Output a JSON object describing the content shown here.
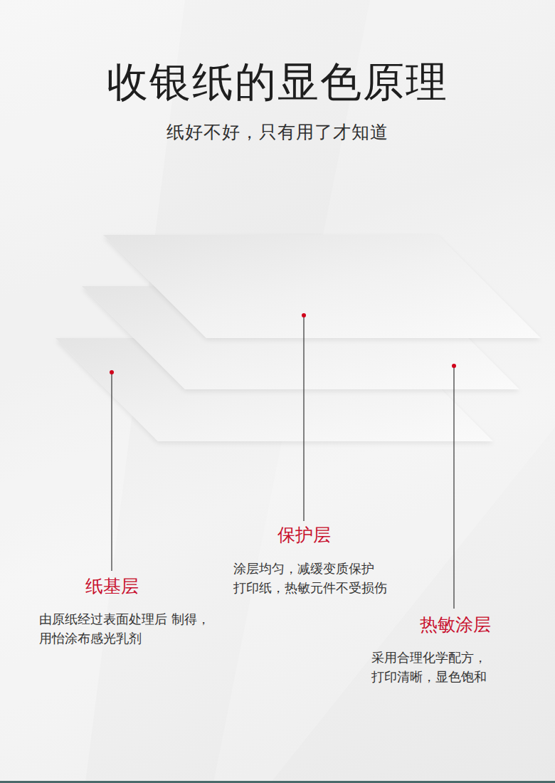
{
  "diagram": {
    "title": "收银纸的显色原理",
    "caption": "纸好不好，只有用了才知道",
    "labels": [
      "保护层",
      "涂层均匀，减缓变质保护 打印纸，热敏元件不受损伤",
      "纸基层",
      "由原纸经过表面处理后 制得，用怡涂布感光乳剂",
      "热敏涂层",
      "采用合理化学配方， 打印清晰，显色饱和"
    ]
  }
}
